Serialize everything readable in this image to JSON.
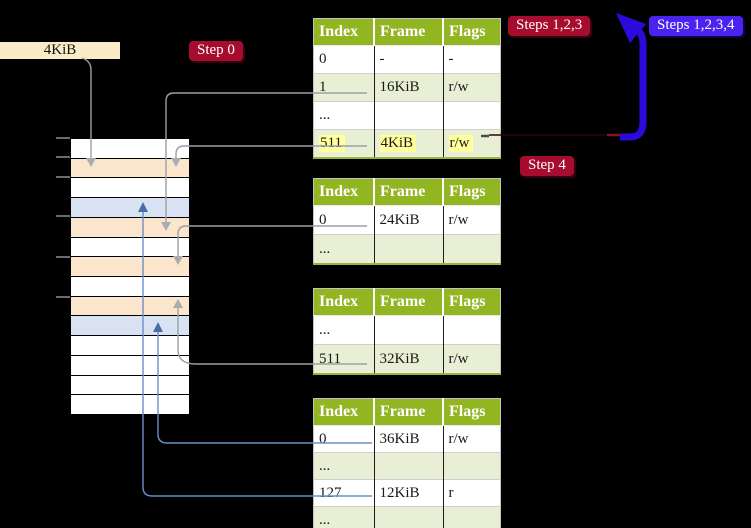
{
  "labels": {
    "page_size_box": "4KiB",
    "step0_badge": "Step 0",
    "steps123_badge": "Steps 1,2,3",
    "steps1234_badge": "Steps 1,2,3,4",
    "step4_badge": "Step 4"
  },
  "colors": {
    "background": "#000000",
    "table_header_bg": "#92b522",
    "table_row_green": "#e9efd4",
    "highlight_yellow": "#ffff9d",
    "memory_white": "#ffffff",
    "memory_peach": "#fce5cd",
    "memory_blue": "#d9e2f3",
    "page_size_box_bg": "#faecc8",
    "red_badge_bg": "#a60c2e",
    "blue_badge_bg": "#4a23ee",
    "recursive_arrow": "#2b0bdc",
    "gray_connector": "#9aa0a5",
    "blue_connector": "#6d8ec9"
  },
  "page_tables": [
    {
      "headers": [
        "Index",
        "Frame",
        "Flags"
      ],
      "rows": [
        {
          "index": "0",
          "frame": "-",
          "flags": "-",
          "shade": "white",
          "highlight": false
        },
        {
          "index": "1",
          "frame": "16KiB",
          "flags": "r/w",
          "shade": "green",
          "highlight": false
        },
        {
          "index": "...",
          "frame": "",
          "flags": "",
          "shade": "white",
          "highlight": false
        },
        {
          "index": "511",
          "frame": "4KiB",
          "flags": "r/w",
          "shade": "green",
          "highlight": true
        }
      ]
    },
    {
      "headers": [
        "Index",
        "Frame",
        "Flags"
      ],
      "rows": [
        {
          "index": "0",
          "frame": "24KiB",
          "flags": "r/w",
          "shade": "white",
          "highlight": false
        },
        {
          "index": "...",
          "frame": "",
          "flags": "",
          "shade": "green",
          "highlight": false
        }
      ]
    },
    {
      "headers": [
        "Index",
        "Frame",
        "Flags"
      ],
      "rows": [
        {
          "index": "...",
          "frame": "",
          "flags": "",
          "shade": "white",
          "highlight": false
        },
        {
          "index": "511",
          "frame": "32KiB",
          "flags": "r/w",
          "shade": "green",
          "highlight": false
        }
      ]
    },
    {
      "headers": [
        "Index",
        "Frame",
        "Flags"
      ],
      "rows": [
        {
          "index": "0",
          "frame": "36KiB",
          "flags": "r/w",
          "shade": "white",
          "highlight": false
        },
        {
          "index": "...",
          "frame": "",
          "flags": "",
          "shade": "green",
          "highlight": false
        },
        {
          "index": "127",
          "frame": "12KiB",
          "flags": "r",
          "shade": "white",
          "highlight": false
        },
        {
          "index": "...",
          "frame": "",
          "flags": "",
          "shade": "green",
          "highlight": false
        }
      ]
    }
  ],
  "memory_stack": {
    "rows": [
      "white",
      "peach",
      "white",
      "blue",
      "peach",
      "white",
      "peach",
      "white",
      "peach",
      "blue",
      "white",
      "white",
      "white",
      "white"
    ]
  }
}
